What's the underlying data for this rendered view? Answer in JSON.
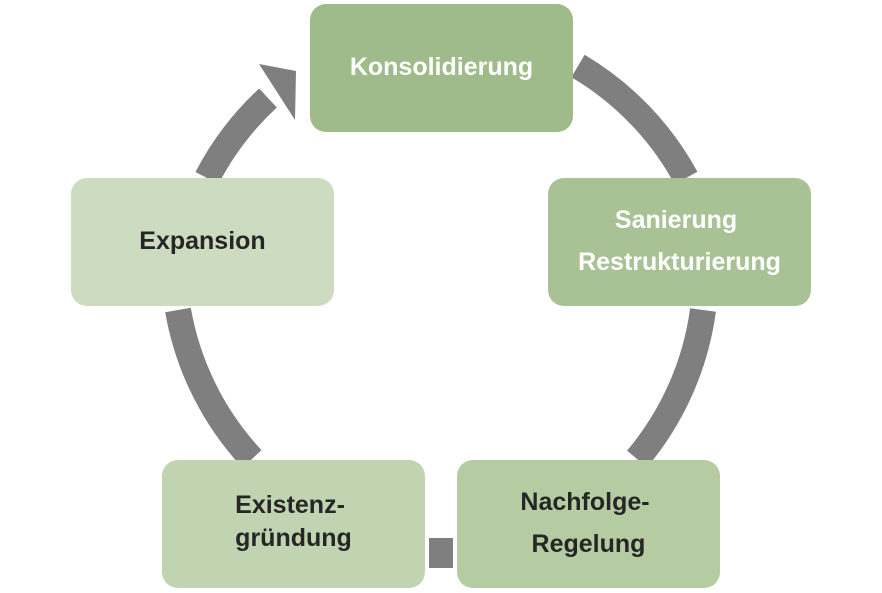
{
  "diagram": {
    "nodes": [
      {
        "id": "konsolidierung",
        "lines": [
          "Konsolidierung"
        ],
        "fill": "#9fbb89",
        "text_color": "#ffffff"
      },
      {
        "id": "sanierung",
        "lines": [
          "Sanierung",
          "Restrukturierung"
        ],
        "fill": "#a9c295",
        "text_color": "#ffffff"
      },
      {
        "id": "nachfolge",
        "lines": [
          "Nachfolge-",
          "Regelung"
        ],
        "fill": "#b5cca2",
        "text_color": "#262626"
      },
      {
        "id": "existenz",
        "lines": [
          "Existenz-",
          "gründung"
        ],
        "fill": "#c1d4b2",
        "text_color": "#262626"
      },
      {
        "id": "expansion",
        "lines": [
          "Expansion"
        ],
        "fill": "#cddcc0",
        "text_color": "#262626"
      }
    ],
    "connector_color": "#7f7f7f",
    "flow": "clockwise",
    "arrowhead_at": "konsolidierung"
  }
}
